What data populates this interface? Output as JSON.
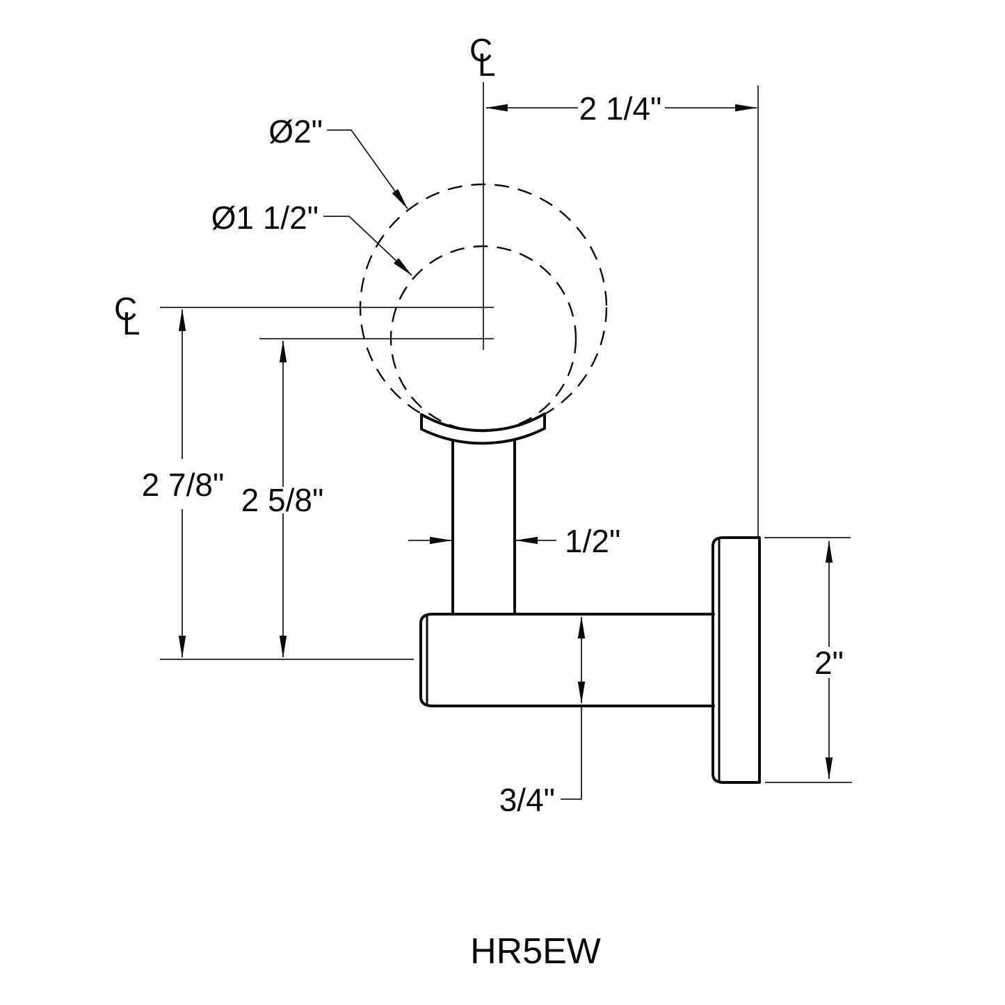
{
  "drawing": {
    "part_number": "HR5EW",
    "centerline_symbol": {
      "c": "C",
      "l": "L"
    },
    "dimensions": {
      "wall_offset": "2 1/4\"",
      "outer_rail_diameter": "Ø2\"",
      "inner_rail_diameter": "Ø1 1/2\"",
      "outer_rail_center_height": "2 7/8\"",
      "inner_rail_center_height": "2 5/8\"",
      "post_width": "1/2\"",
      "flange_diameter": "2\"",
      "arm_diameter": "3/4\""
    }
  }
}
